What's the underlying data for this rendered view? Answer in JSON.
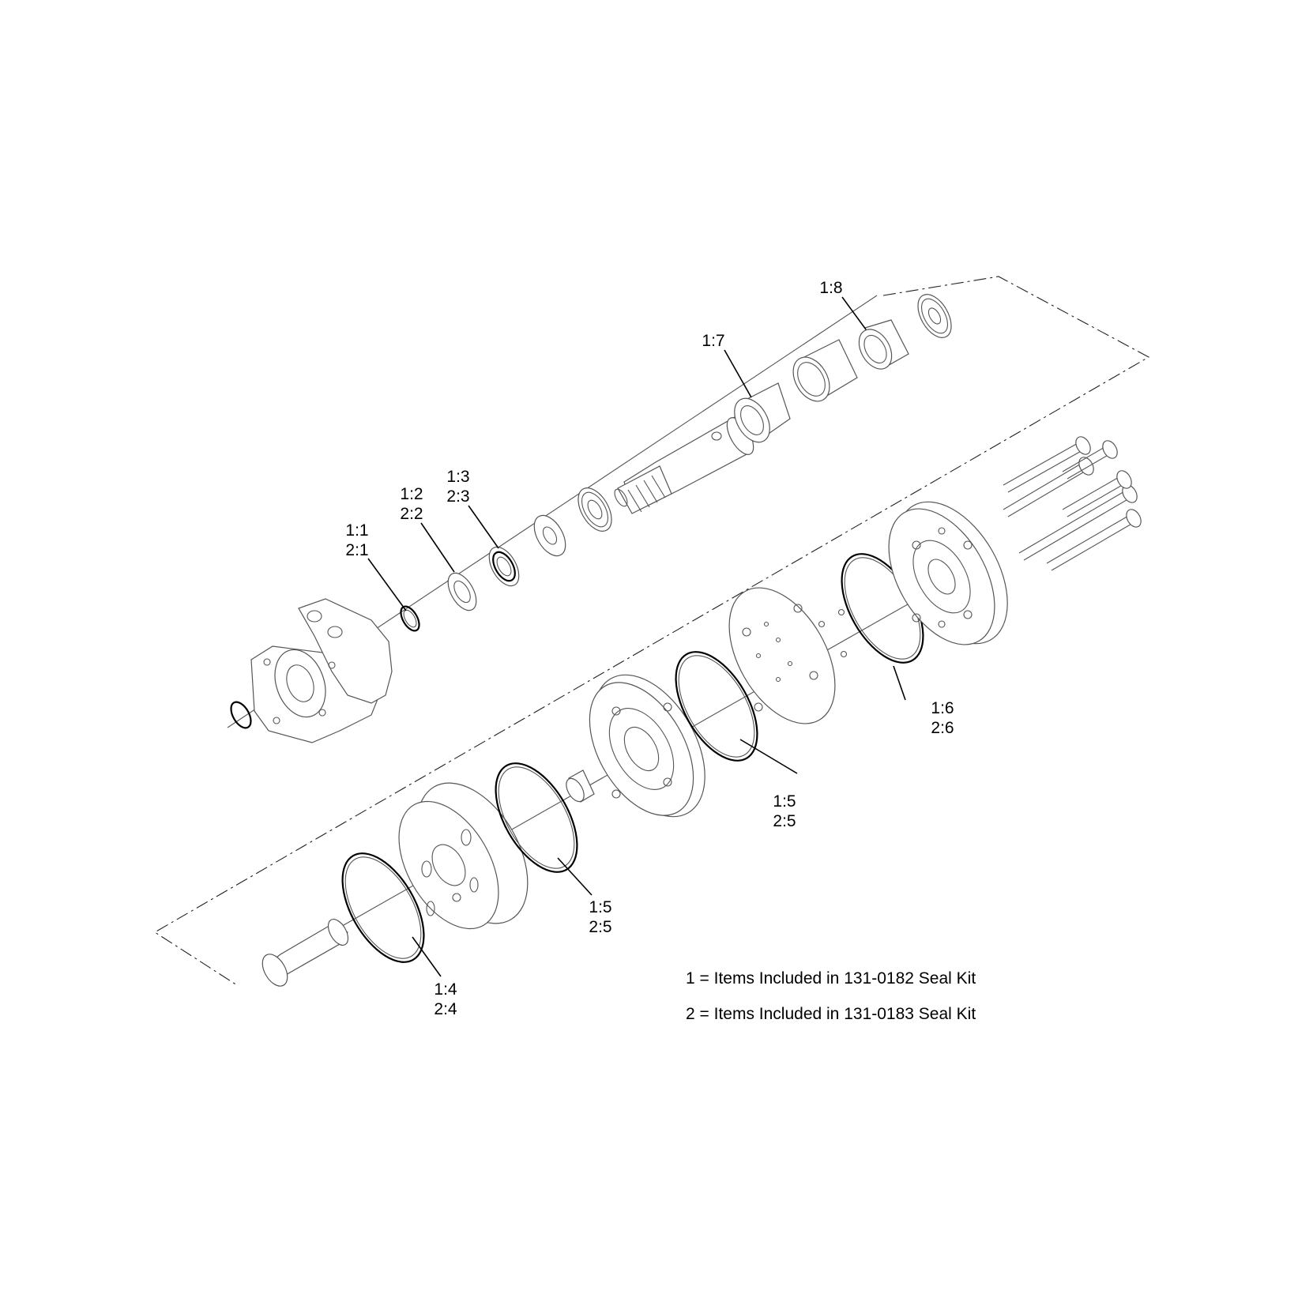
{
  "callouts": [
    {
      "id": "c11",
      "lines": [
        "1:1",
        "2:1"
      ]
    },
    {
      "id": "c12",
      "lines": [
        "1:2",
        "2:2"
      ]
    },
    {
      "id": "c13",
      "lines": [
        "1:3",
        "2:3"
      ]
    },
    {
      "id": "c17",
      "lines": [
        "1:7"
      ]
    },
    {
      "id": "c18",
      "lines": [
        "1:8"
      ]
    },
    {
      "id": "c16",
      "lines": [
        "1:6",
        "2:6"
      ]
    },
    {
      "id": "c15a",
      "lines": [
        "1:5",
        "2:5"
      ]
    },
    {
      "id": "c15b",
      "lines": [
        "1:5",
        "2:5"
      ]
    },
    {
      "id": "c14",
      "lines": [
        "1:4",
        "2:4"
      ]
    }
  ],
  "legend": [
    "1 = Items Included in 131-0182 Seal Kit",
    "2 = Items Included in 131-0183 Seal Kit"
  ]
}
